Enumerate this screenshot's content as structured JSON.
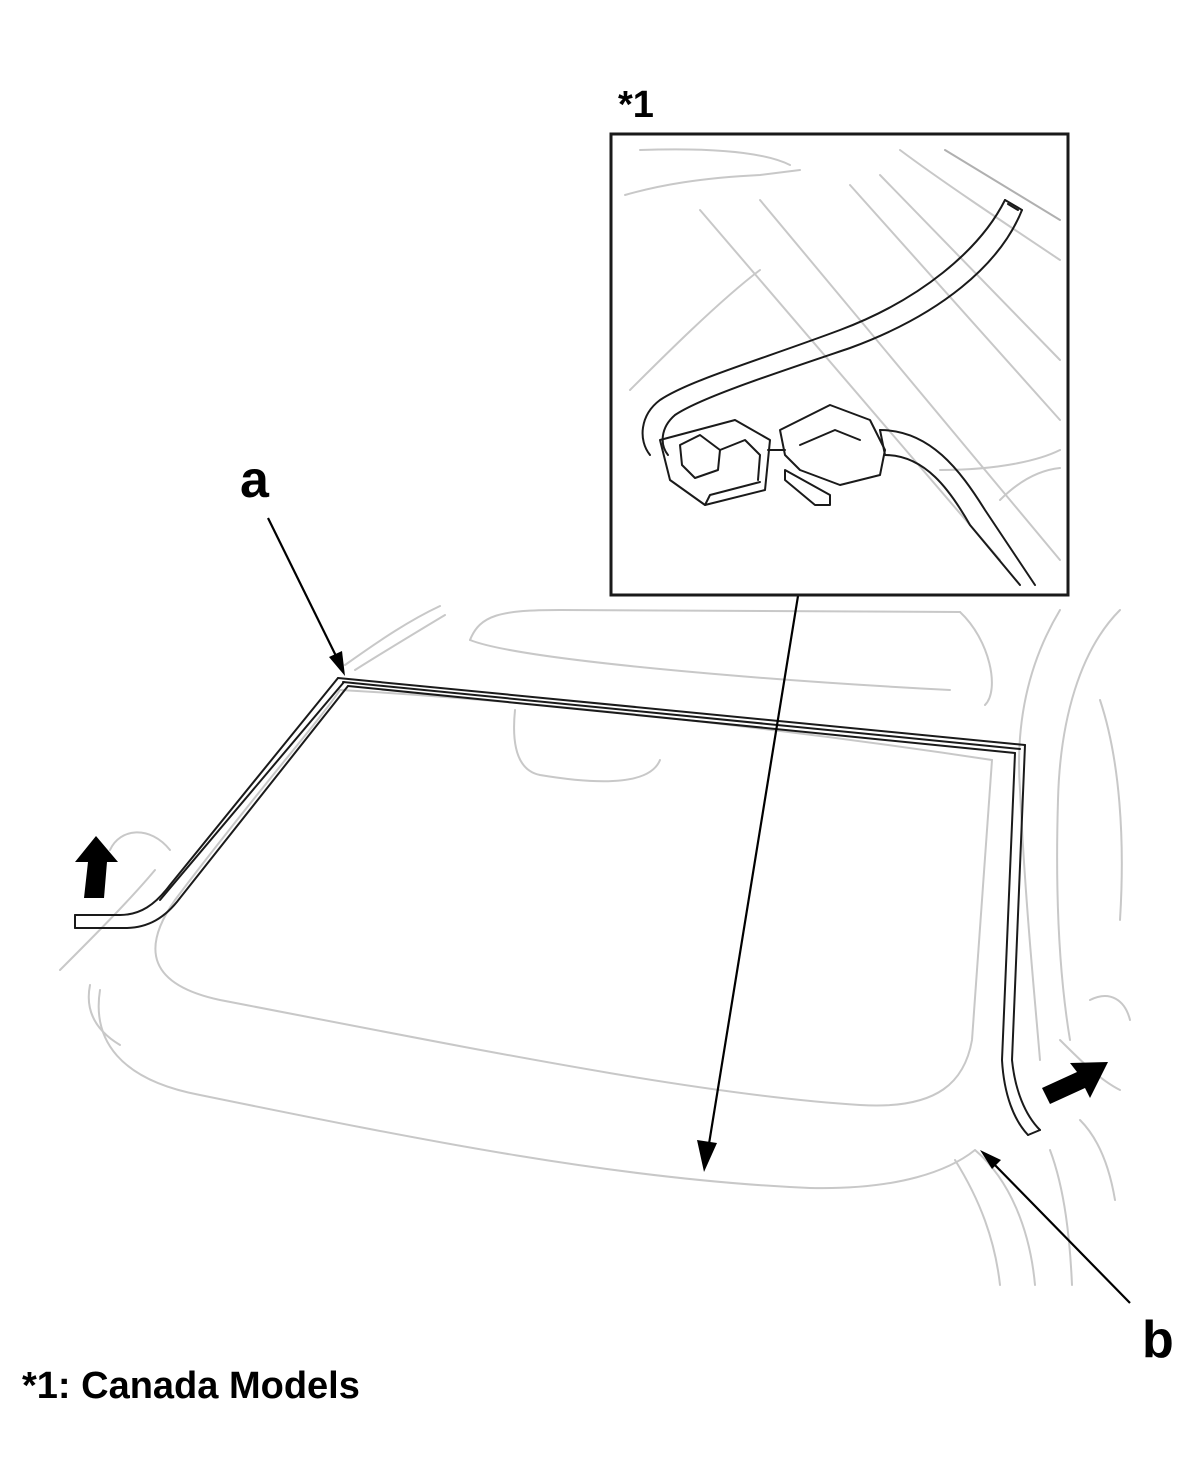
{
  "callouts": {
    "a": "a",
    "b": "b",
    "inset": "*1"
  },
  "footnote": "*1: Canada Models",
  "colors": {
    "outline": "#1a1a1a",
    "light_line": "#c8c8c8",
    "arrow": "#000000"
  },
  "icons": {
    "direction_arrow": "bold-arrow-icon"
  }
}
